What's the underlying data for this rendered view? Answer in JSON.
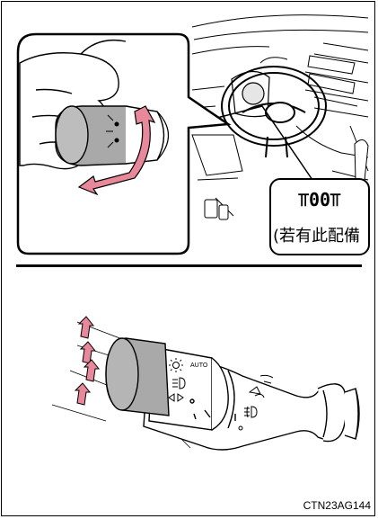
{
  "callout": {
    "icon_text": "⫪00⫪",
    "icon_glyph": "fog-light-indicator-icon",
    "caption": "(若有此配備"
  },
  "figure_code": "CTN23AG144",
  "icons": {
    "headlight": "headlight-icon",
    "auto": "AUTO",
    "rear_fog": "rear-fog-icon",
    "front_fog": "front-fog-icon",
    "arrows": "up-arrow-icon"
  },
  "colors": {
    "arrow_pink": "#e8889b",
    "knob_gray": "#a9a9a9",
    "line": "#000000"
  }
}
